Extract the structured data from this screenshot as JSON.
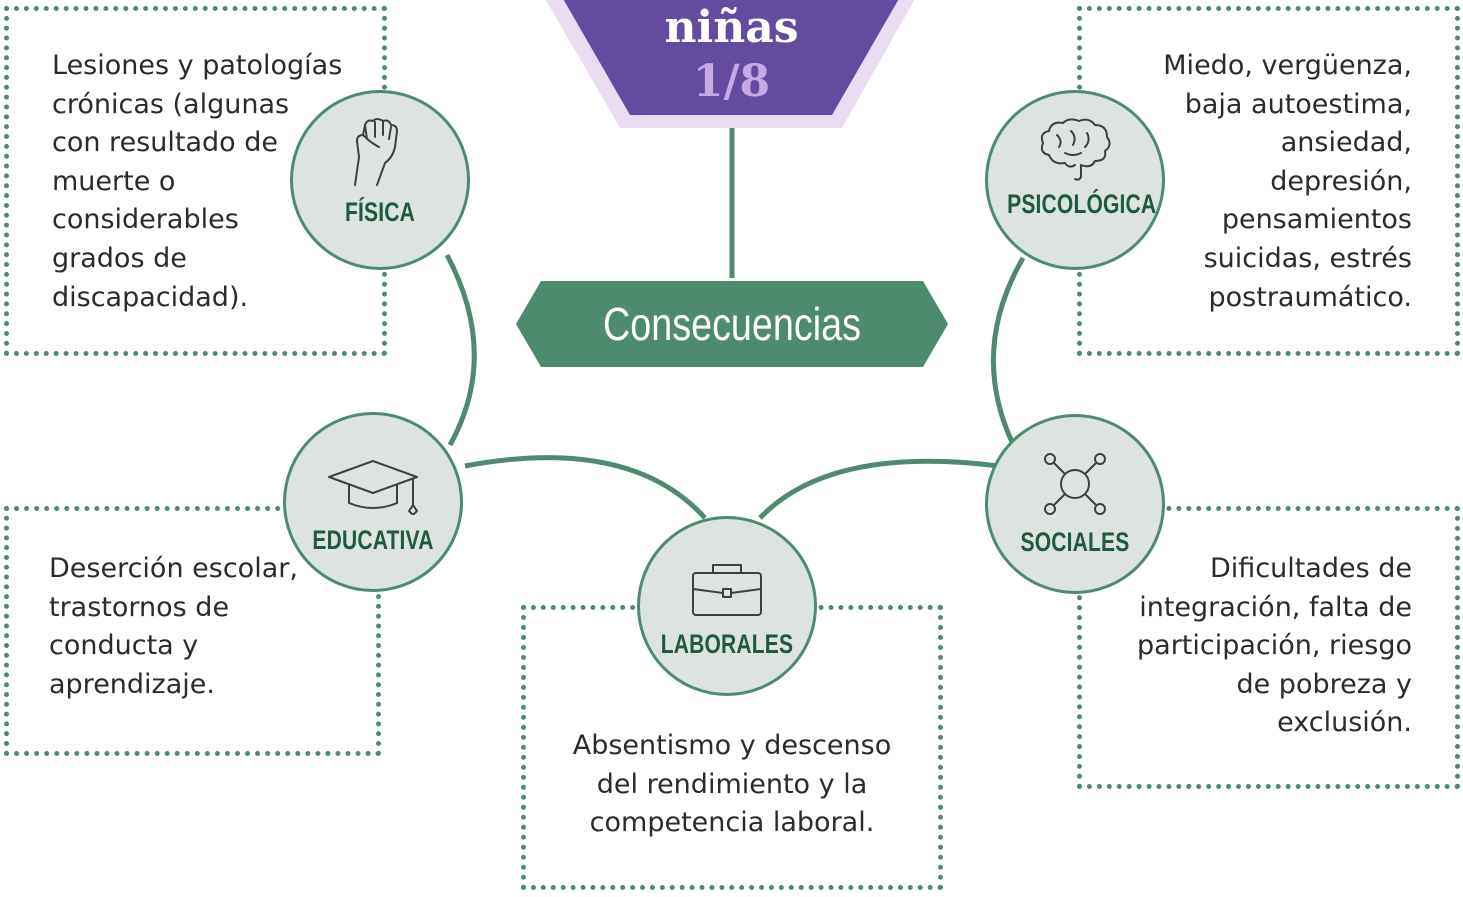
{
  "title": {
    "word": "niñas",
    "page": "1/8"
  },
  "center": "Consecuencias",
  "colors": {
    "green": "#4e8a6e",
    "purple": "#654ba0",
    "lavender": "#eadcf1",
    "node_fill": "#dde3e0",
    "label": "#1f5a3f"
  },
  "categories": [
    {
      "id": "fisica",
      "label": "FÍSICA",
      "icon": "raised-fist-icon",
      "text": "Lesiones y patologías\ncrónicas (algunas\ncon resultado de\nmuerte o\nconsiderables\ngrados de\ndiscapacidad)."
    },
    {
      "id": "psicologica",
      "label": "PSICOLÓGICA",
      "icon": "brain-icon",
      "text": "Miedo, vergüenza,\nbaja autoestima,\nansiedad,\ndepresión,\npensamientos\nsuicidas, estrés\npostraumático."
    },
    {
      "id": "educativa",
      "label": "EDUCATIVA",
      "icon": "graduation-cap-icon",
      "text": "Deserción escolar,\ntrastornos de\nconducta y\naprendizaje."
    },
    {
      "id": "laborales",
      "label": "LABORALES",
      "icon": "briefcase-icon",
      "text": "Absentismo y descenso\ndel rendimiento y la\ncompetencia laboral."
    },
    {
      "id": "sociales",
      "label": "SOCIALES",
      "icon": "network-icon",
      "text": "Dificultades de\nintegración, falta de\nparticipación, riesgo\nde pobreza y\nexclusión."
    }
  ]
}
